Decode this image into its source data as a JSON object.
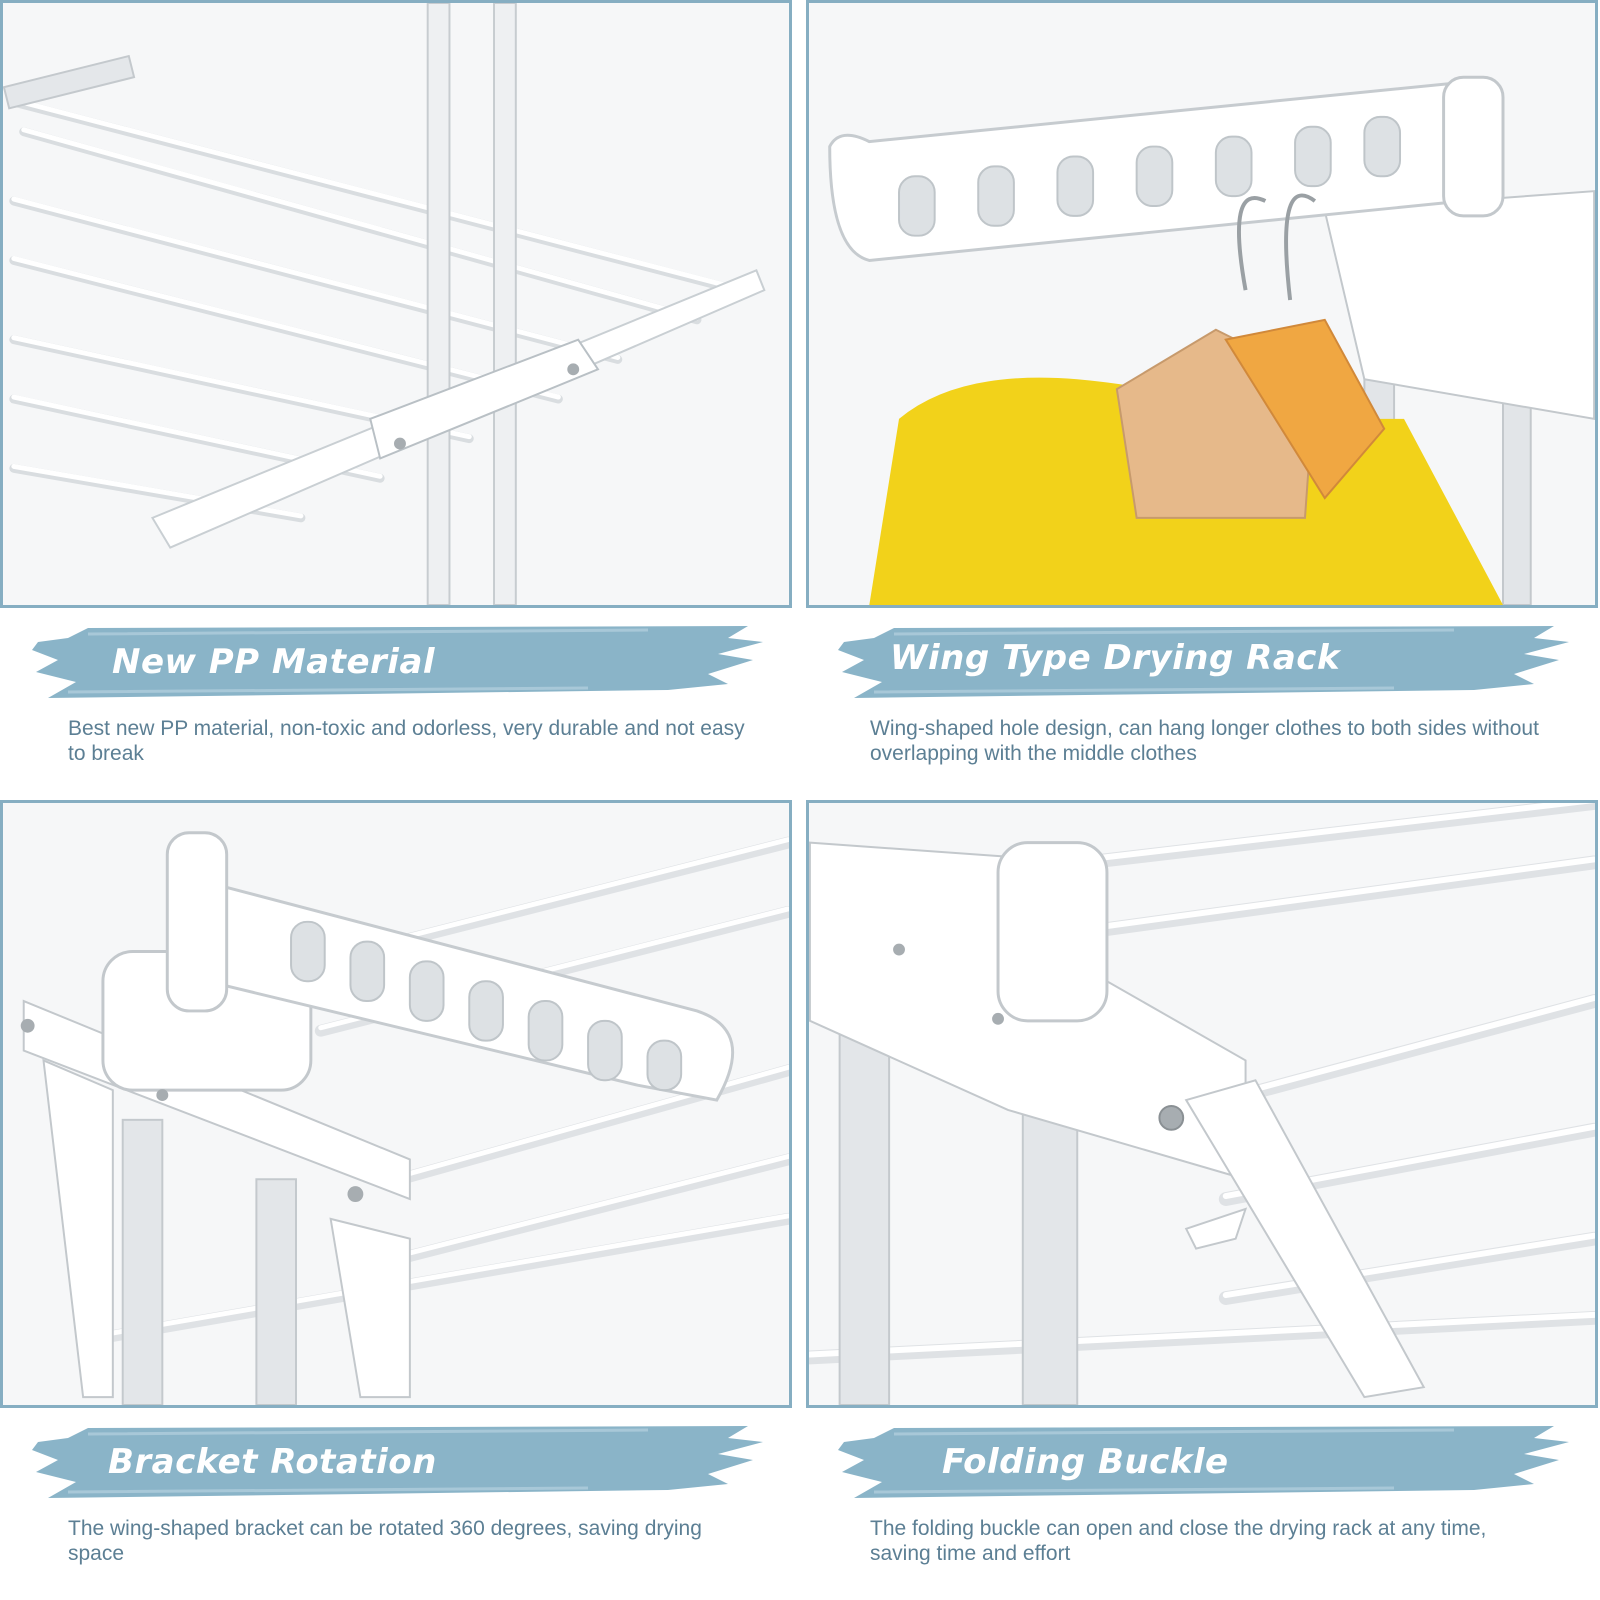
{
  "colors": {
    "panel_border": "#86aec2",
    "banner_stroke": "#8ab4c8",
    "title_text": "#ffffff",
    "description_text": "#5c7f94"
  },
  "panels": [
    {
      "title": "New PP Material",
      "description": "Best new PP material, non-toxic and odorless, very durable and not easy to break"
    },
    {
      "title": "Wing Type Drying Rack",
      "description": "Wing-shaped hole design, can hang longer clothes to both sides without overlapping with the middle clothes"
    },
    {
      "title": "Bracket Rotation",
      "description": "The wing-shaped bracket can be rotated 360 degrees, saving drying space"
    },
    {
      "title": "Folding Buckle",
      "description": "The folding buckle can open and close the drying rack at any time, saving time and effort"
    }
  ]
}
